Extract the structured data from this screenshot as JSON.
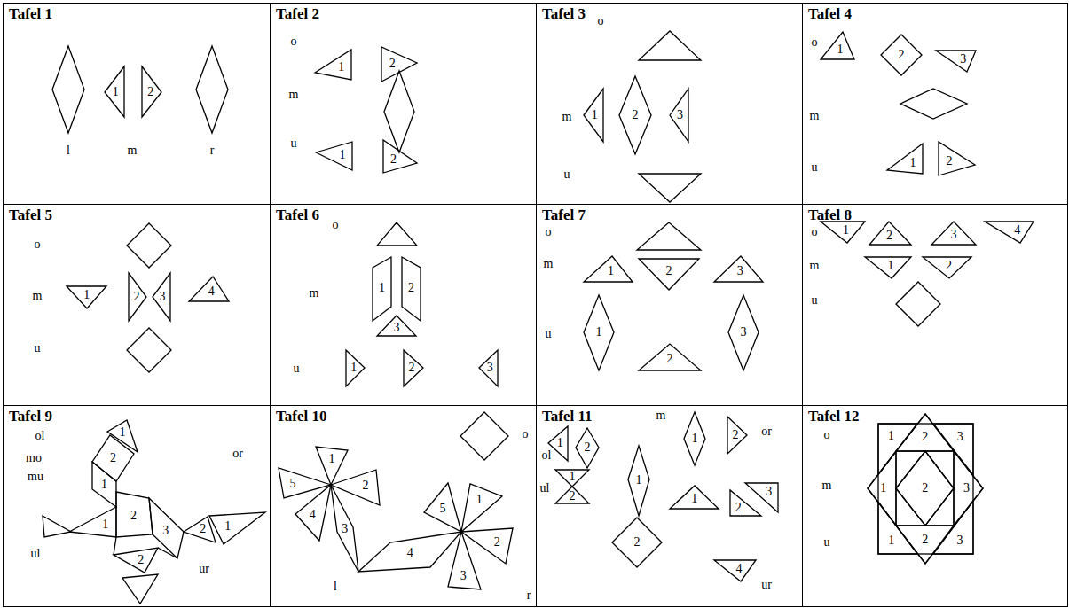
{
  "diagram": {
    "nodes": [
      {
        "text": [
          "Tafel 1"
        ]
      },
      {
        "text": [
          "1"
        ],
        "in": 0
      },
      {
        "text": [
          "2"
        ],
        "in": 0
      },
      {
        "text": [
          "Tafel 2"
        ]
      },
      {
        "text": [
          "1"
        ],
        "in": 3
      },
      {
        "text": [
          "2"
        ],
        "in": 3
      },
      {
        "text": [
          "1"
        ],
        "in": 3
      },
      {
        "text": [
          "2"
        ],
        "in": 3
      },
      {
        "text": [
          "Tafel 3"
        ]
      },
      {
        "text": [
          "1"
        ],
        "in": 8
      },
      {
        "text": [
          "2"
        ],
        "in": 8
      },
      {
        "text": [
          "3"
        ],
        "in": 8
      },
      {
        "text": [
          "Tafel 4"
        ]
      },
      {
        "text": [
          "1"
        ],
        "in": 12
      },
      {
        "text": [
          "2"
        ],
        "in": 12
      },
      {
        "text": [
          "3"
        ],
        "in": 12
      },
      {
        "text": [
          "1"
        ],
        "in": 12
      },
      {
        "text": [
          "2"
        ],
        "in": 12
      },
      {
        "text": [
          "Tafel 5"
        ]
      },
      {
        "text": [
          "1"
        ],
        "in": 18
      },
      {
        "text": [
          "2"
        ],
        "in": 18
      },
      {
        "text": [
          "3"
        ],
        "in": 18
      },
      {
        "text": [
          "4"
        ],
        "in": 18
      },
      {
        "text": [
          "Tafel 6"
        ]
      },
      {
        "text": [
          "1"
        ],
        "in": 23
      },
      {
        "text": [
          "2"
        ],
        "in": 23
      },
      {
        "text": [
          "3"
        ],
        "in": 23
      },
      {
        "text": [
          "1"
        ],
        "in": 23
      },
      {
        "text": [
          "2"
        ],
        "in": 23
      },
      {
        "text": [
          "3"
        ],
        "in": 23
      },
      {
        "text": [
          "Tafel 7"
        ]
      },
      {
        "text": [
          "1"
        ],
        "in": 30
      },
      {
        "text": [
          "2"
        ],
        "in": 30
      },
      {
        "text": [
          "3"
        ],
        "in": 30
      },
      {
        "text": [
          "1"
        ],
        "in": 30
      },
      {
        "text": [
          "3"
        ],
        "in": 30
      },
      {
        "text": [
          "2"
        ],
        "in": 30
      },
      {
        "text": [
          "Tafel 8"
        ]
      },
      {
        "text": [
          "1"
        ],
        "in": 37
      },
      {
        "text": [
          "2"
        ],
        "in": 37
      },
      {
        "text": [
          "3"
        ],
        "in": 37
      },
      {
        "text": [
          "4"
        ],
        "in": 37
      },
      {
        "text": [
          "1"
        ],
        "in": 37
      },
      {
        "text": [
          "2"
        ],
        "in": 37
      },
      {
        "text": [
          "Tafel 9"
        ]
      },
      {
        "text": [
          "1"
        ],
        "in": 44
      },
      {
        "text": [
          "2"
        ],
        "in": 44
      },
      {
        "text": [
          "1"
        ],
        "in": 44
      },
      {
        "text": [
          "1"
        ],
        "in": 44
      },
      {
        "text": [
          "2"
        ],
        "in": 44
      },
      {
        "text": [
          "3"
        ],
        "in": 44
      },
      {
        "text": [
          "2"
        ],
        "in": 44
      },
      {
        "text": [
          "1"
        ],
        "in": 44
      },
      {
        "text": [
          "2"
        ],
        "in": 44
      },
      {
        "text": [
          "Tafel 10"
        ]
      },
      {
        "text": [
          "1"
        ],
        "in": 54
      },
      {
        "text": [
          "5"
        ],
        "in": 54
      },
      {
        "text": [
          "2"
        ],
        "in": 54
      },
      {
        "text": [
          "5"
        ],
        "in": 54
      },
      {
        "text": [
          "1"
        ],
        "in": 54
      },
      {
        "text": [
          "4"
        ],
        "in": 54
      },
      {
        "text": [
          "3"
        ],
        "in": 54
      },
      {
        "text": [
          "2"
        ],
        "in": 54
      },
      {
        "text": [
          "4"
        ],
        "in": 54
      },
      {
        "text": [
          "3"
        ],
        "in": 54
      },
      {
        "text": [
          "Tafel 11"
        ]
      },
      {
        "text": [
          "1"
        ],
        "in": 65
      },
      {
        "text": [
          "2"
        ],
        "in": 65
      },
      {
        "text": [
          "1"
        ],
        "in": 65
      },
      {
        "text": [
          "2"
        ],
        "in": 65
      },
      {
        "text": [
          "1"
        ],
        "in": 65
      },
      {
        "text": [
          "1"
        ],
        "in": 65
      },
      {
        "text": [
          "3"
        ],
        "in": 65
      },
      {
        "text": [
          "2"
        ],
        "in": 65
      },
      {
        "text": [
          "1"
        ],
        "in": 65
      },
      {
        "text": [
          "2"
        ],
        "in": 65
      },
      {
        "text": [
          "2"
        ],
        "in": 65
      },
      {
        "text": [
          "4"
        ],
        "in": 65
      },
      {
        "text": [
          "Tafel 12"
        ]
      },
      {
        "text": [
          "1"
        ],
        "in": 78
      },
      {
        "text": [
          "2"
        ],
        "in": 78
      },
      {
        "text": [
          "3"
        ],
        "in": 78
      },
      {
        "text": [
          "1"
        ],
        "in": 78
      },
      {
        "text": [
          "2"
        ],
        "in": 78
      },
      {
        "text": [
          "3"
        ],
        "in": 78
      },
      {
        "text": [
          "1"
        ],
        "in": 78
      },
      {
        "text": [
          "2"
        ],
        "in": 78
      },
      {
        "text": [
          "3"
        ],
        "in": 78
      }
    ],
    "labels": [
      "l",
      "m",
      "r",
      "o",
      "m",
      "u",
      "o",
      "m",
      "u",
      "o",
      "m",
      "u",
      "o",
      "m",
      "u",
      "o",
      "m",
      "u",
      "o",
      "m",
      "u",
      "o",
      "m",
      "u",
      "ol",
      "or",
      "mo",
      "mu",
      "ul",
      "ur",
      "o",
      "l",
      "r",
      "m",
      "or",
      "ol",
      "ul",
      "ur",
      "o",
      "m",
      "u"
    ]
  }
}
